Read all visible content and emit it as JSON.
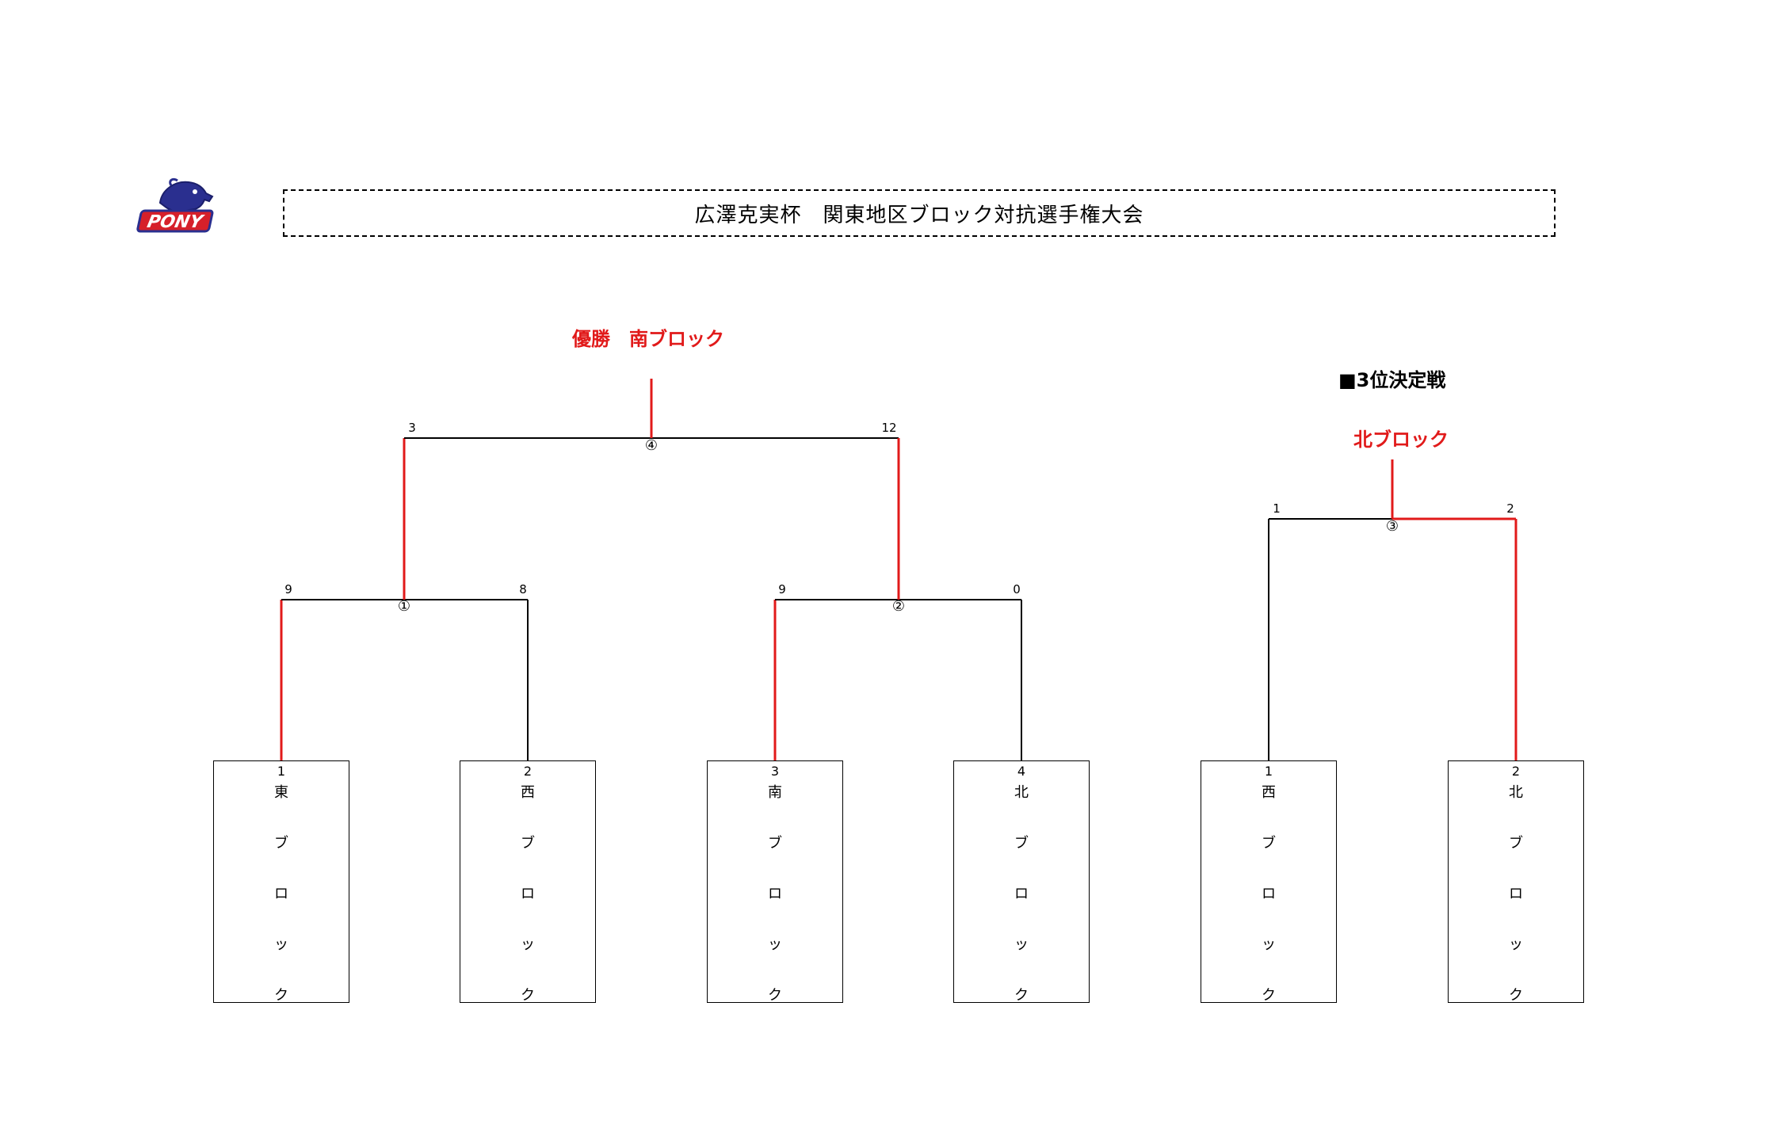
{
  "header": {
    "title": "広澤克実杯　関東地区ブロック対抗選手権大会",
    "logo_text": "PONY"
  },
  "champion_label": "優勝　南ブロック",
  "third_place": {
    "heading": "■3位決定戦",
    "winner": "北ブロック"
  },
  "matches": {
    "m1": {
      "label": "①",
      "left_score": "9",
      "right_score": "8"
    },
    "m2": {
      "label": "②",
      "left_score": "9",
      "right_score": "0"
    },
    "m3": {
      "label": "③",
      "left_score": "1",
      "right_score": "2"
    },
    "m4": {
      "label": "④",
      "left_score": "3",
      "right_score": "12"
    }
  },
  "teams": [
    {
      "seed": "1",
      "chars": [
        "東",
        "ブ",
        "ロ",
        "ッ",
        "ク"
      ]
    },
    {
      "seed": "2",
      "chars": [
        "西",
        "ブ",
        "ロ",
        "ッ",
        "ク"
      ]
    },
    {
      "seed": "3",
      "chars": [
        "南",
        "ブ",
        "ロ",
        "ッ",
        "ク"
      ]
    },
    {
      "seed": "4",
      "chars": [
        "北",
        "ブ",
        "ロ",
        "ッ",
        "ク"
      ]
    },
    {
      "seed": "1",
      "chars": [
        "西",
        "ブ",
        "ロ",
        "ッ",
        "ク"
      ]
    },
    {
      "seed": "2",
      "chars": [
        "北",
        "ブ",
        "ロ",
        "ッ",
        "ク"
      ]
    }
  ],
  "colors": {
    "win_line": "#e11a1a",
    "line": "#000000",
    "logo_blue": "#2a2f8f",
    "logo_red": "#d6202a"
  }
}
